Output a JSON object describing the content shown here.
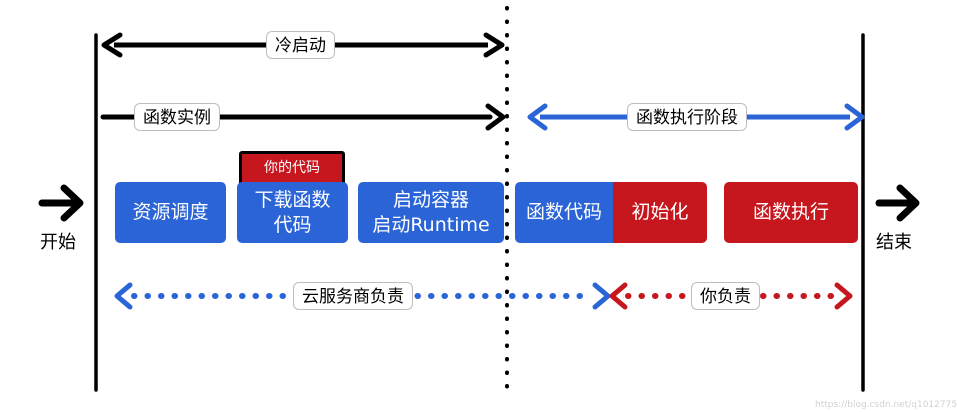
{
  "labels": {
    "cold_start": "冷启动",
    "function_instance": "函数实例",
    "function_execution_phase": "函数执行阶段",
    "start": "开始",
    "end": "结束",
    "your_code": "你的代码",
    "cloud_provider_responsible": "云服务商负责",
    "you_responsible": "你负责"
  },
  "steps": {
    "resource_scheduling": "资源调度",
    "download_code_line1": "下载函数",
    "download_code_line2": "代码",
    "start_container_line1": "启动容器",
    "start_container_line2": "启动Runtime",
    "function_code": "函数代码",
    "initialization": "初始化",
    "function_execution": "函数执行"
  },
  "colors": {
    "blue": "#2a64d6",
    "red": "#c6161e",
    "black": "#000000"
  },
  "watermark": "https://blog.csdn.net/q1012775"
}
